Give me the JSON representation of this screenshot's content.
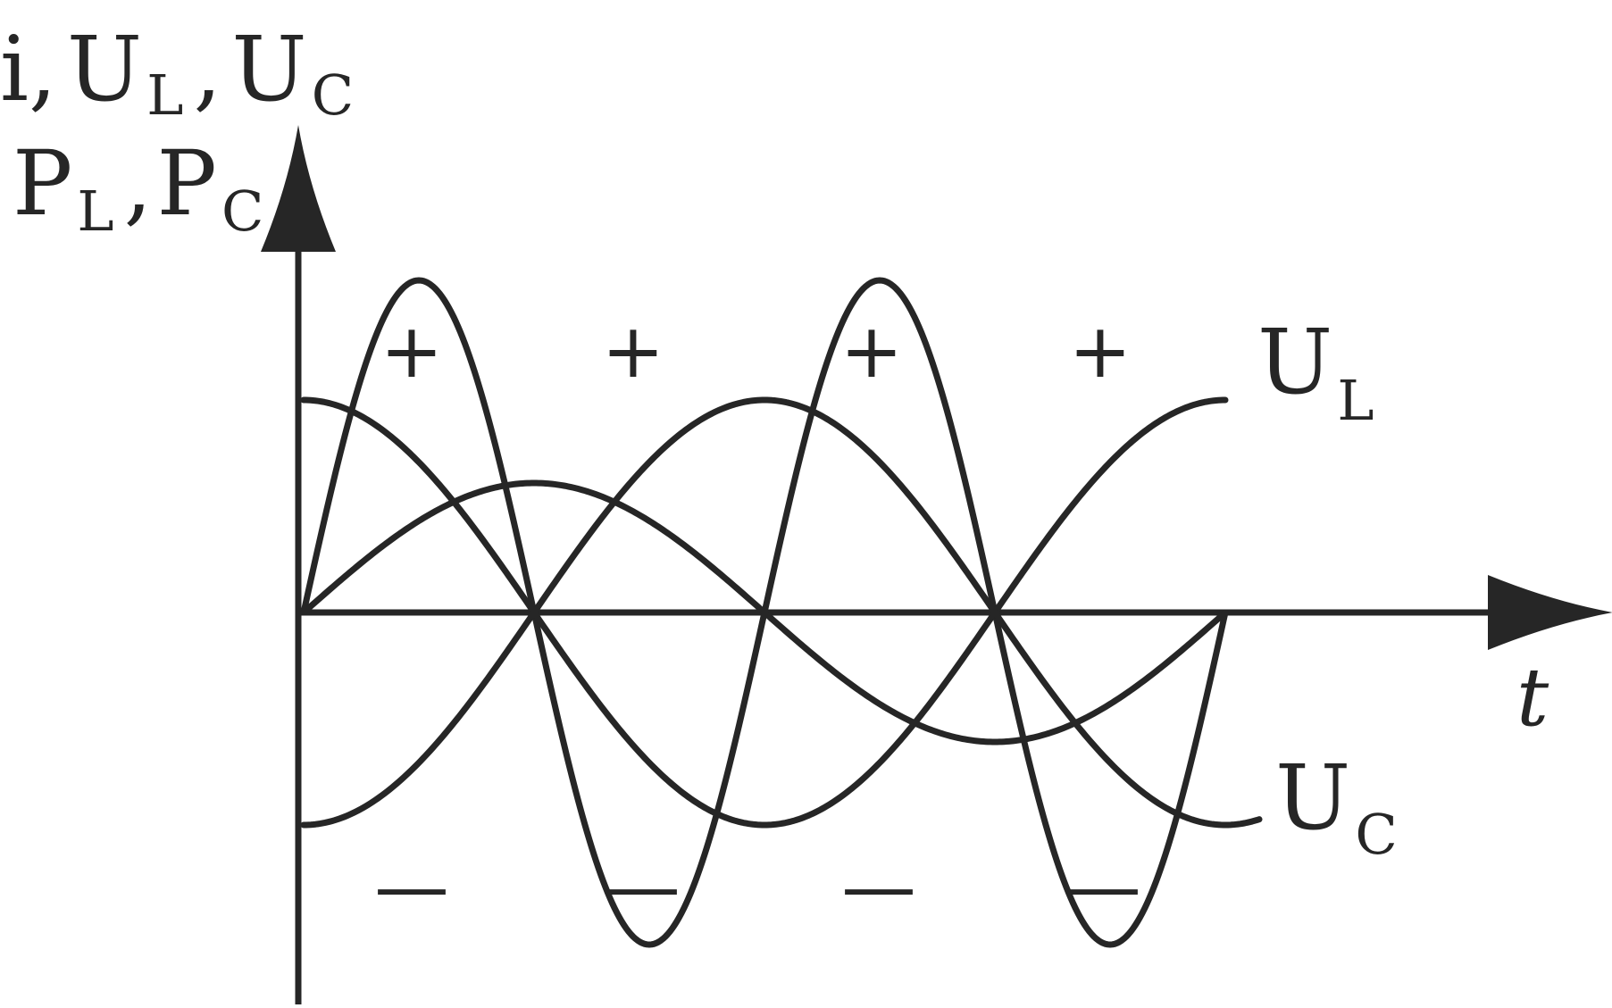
{
  "axis_labels": {
    "y_line1_prefix": "i,",
    "y_line1_ul_main": "U",
    "y_line1_ul_sub": "L",
    "y_line1_sep": ",",
    "y_line1_uc_main": "U",
    "y_line1_uc_sub": "C",
    "y_line2_pl_main": "P",
    "y_line2_pl_sub": "L",
    "y_line2_sep": ",",
    "y_line2_pc_main": "P",
    "y_line2_pc_sub": "C",
    "x": "t"
  },
  "curve_labels": {
    "ul_main": "U",
    "ul_sub": "L",
    "uc_main": "U",
    "uc_sub": "C"
  },
  "signs": {
    "positive": "+",
    "negative": "—"
  },
  "colors": {
    "ink": "#262626",
    "background": "#ffffff"
  }
}
